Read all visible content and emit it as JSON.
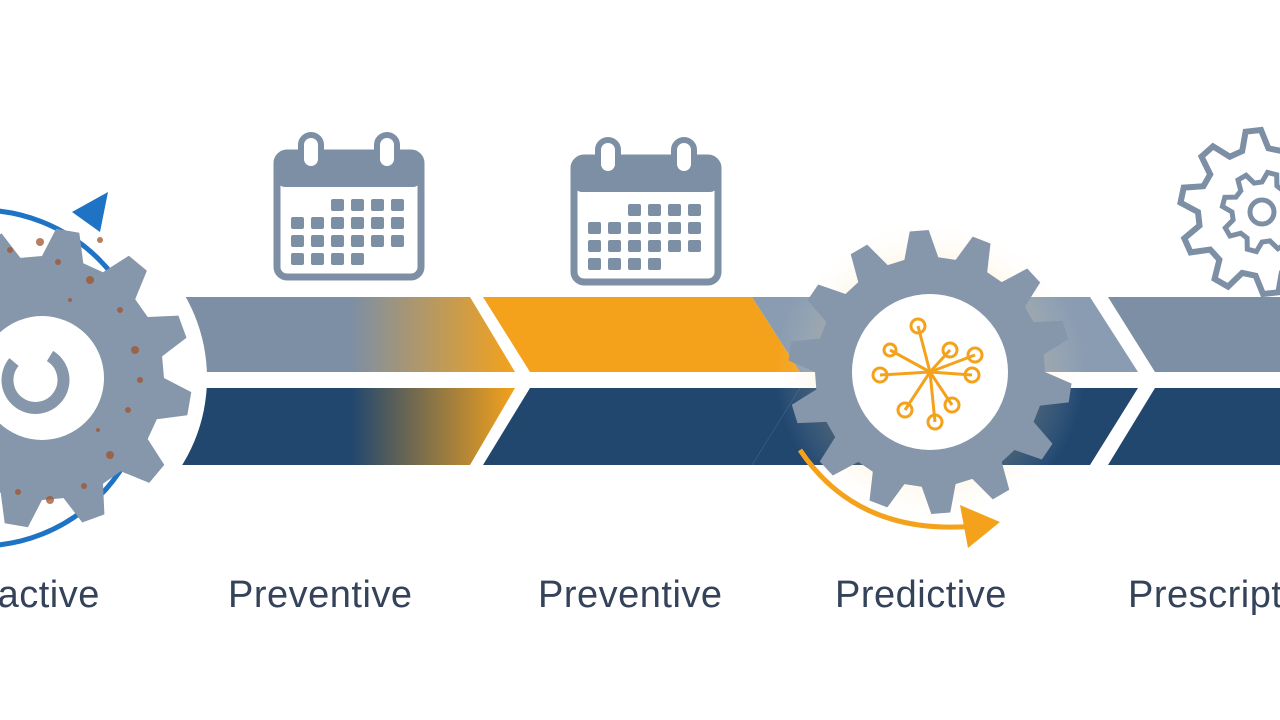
{
  "stages": [
    {
      "label": "Reactive",
      "icon": "rusty-gear-icon"
    },
    {
      "label": "Preventive",
      "icon": "calendar-icon"
    },
    {
      "label": "Preventive",
      "icon": "calendar-icon"
    },
    {
      "label": "Predictive",
      "icon": "network-gear-icon"
    },
    {
      "label": "Prescriptive",
      "icon": "gear-icon"
    }
  ],
  "colors": {
    "slate": "#7d8fa5",
    "navy": "#21476f",
    "orange": "#f4a21b",
    "blue_ring": "#1e73c4",
    "gear_gray": "#8797ab",
    "rust": "#a0532a",
    "label": "#34435a"
  }
}
